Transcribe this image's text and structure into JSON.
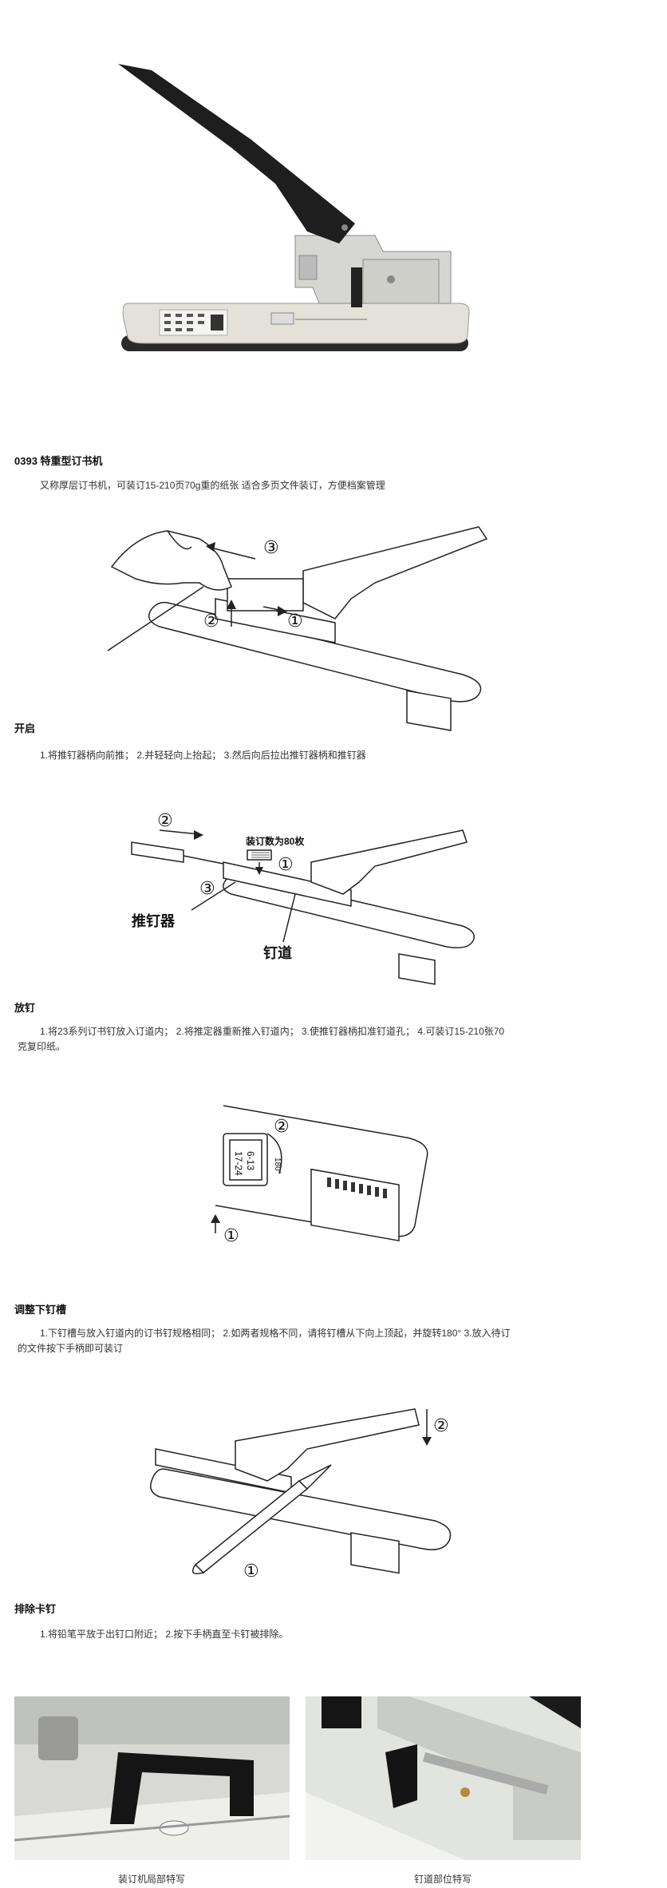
{
  "product": {
    "title": "0393 特重型订书机",
    "description": "又称厚层订书机，可装订15-210页70g重的纸张 适合多页文件装订，方便档案管理"
  },
  "sections": [
    {
      "heading": "开启",
      "steps": "1.将推钉器柄向前推；  2.并轻轻向上抬起；  3.然后向后拉出推钉器柄和推钉器",
      "markers": [
        "③",
        "②",
        "①"
      ]
    },
    {
      "heading": "放钉",
      "steps_line1": "1.将23系列订书钉放入订道内；  2.将推定器重新推入钉道内；  3.使推钉器柄扣准钉道孔；  4.可装订15-210张70",
      "steps_line2": "克复印纸。",
      "markers": [
        "②",
        "①",
        "③"
      ],
      "callouts": {
        "capacity": "装订数为80枚",
        "pusher": "推钉器",
        "channel": "钉道"
      }
    },
    {
      "heading": "调整下钉槽",
      "steps_line1": "1.下钉槽与放入钉道内的订书钉规格相同；  2.如两者规格不同，请将钉槽从下向上顶起，并旋转180° 3.放入待订",
      "steps_line2": "的文件按下手柄即可装订",
      "markers": [
        "②",
        "①"
      ],
      "anvil_labels": [
        "17-24",
        "6-13",
        "180°"
      ]
    },
    {
      "heading": "排除卡钉",
      "steps": "1.将铅笔平放于出钉口附近；  2.按下手柄直至卡钉被排除。",
      "markers": [
        "②",
        "①"
      ]
    }
  ],
  "photos": [
    {
      "caption": "装订机局部特写"
    },
    {
      "caption": "钉道部位特写"
    }
  ]
}
